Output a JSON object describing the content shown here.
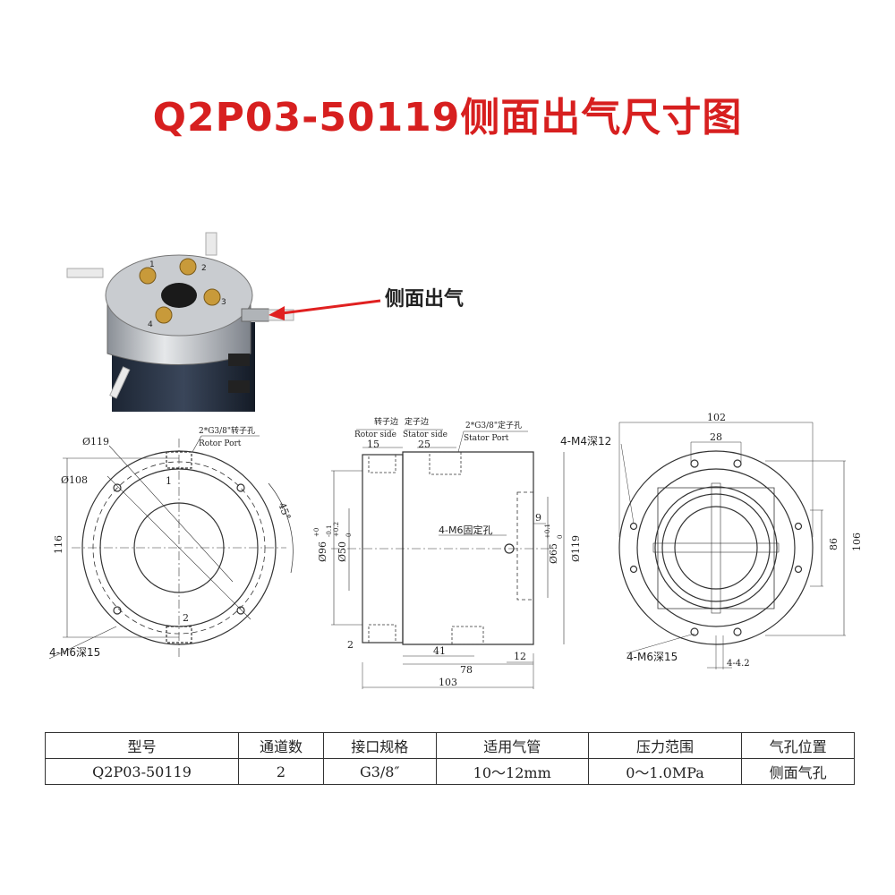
{
  "title": "Q2P03-50119侧面出气尺寸图",
  "callout_label": "侧面出气",
  "photo_port_labels": [
    "1",
    "2",
    "3",
    "4"
  ],
  "front_view": {
    "dia_outer": "Ø119",
    "dia_bolt": "Ø108",
    "height": "116",
    "angle": "45°",
    "port_note_cn": "2*G3/8\"转子孔",
    "port_note_en": "Rotor Port",
    "port_top": "1",
    "port_bottom": "2",
    "holes": "4-M6深15"
  },
  "side_view": {
    "rotor_side_cn": "转子边",
    "rotor_side_en": "Rotor side",
    "stator_side_cn": "定子边",
    "stator_side_en": "Stator side",
    "port_note_cn": "2*G3/8\"定子孔",
    "port_note_en": "Stator Port",
    "dim_15": "15",
    "dim_25": "25",
    "fix_holes": "4-M6固定孔",
    "dim_9": "9",
    "dia_96": "Ø96",
    "dia_96_tol_upper": "+0",
    "dia_96_tol_lower": "-0.1",
    "dia_50": "Ø50",
    "dia_50_tol_upper": "+0.2",
    "dia_50_tol_lower": "0",
    "dia_65": "Ø65",
    "dia_65_tol_upper": "+0.1",
    "dia_65_tol_lower": "0",
    "dia_119": "Ø119",
    "dim_2": "2",
    "dim_41": "41",
    "dim_12": "12",
    "dim_78": "78",
    "dim_103": "103"
  },
  "rear_view": {
    "dim_102": "102",
    "dim_28": "28",
    "holes_top": "4-M4深12",
    "dim_86": "86",
    "dim_106": "106",
    "holes_bottom": "4-M6深15",
    "dim_slot": "4-4.2"
  },
  "table": {
    "headers": [
      "型号",
      "通道数",
      "接口规格",
      "适用气管",
      "压力范围",
      "气孔位置"
    ],
    "rows": [
      [
        "Q2P03-50119",
        "2",
        "G3/8″",
        "10～12mm",
        "0～1.0MPa",
        "侧面气孔"
      ]
    ]
  },
  "colors": {
    "title": "#d71f1f",
    "arrow": "#e02020",
    "line": "#333333"
  }
}
